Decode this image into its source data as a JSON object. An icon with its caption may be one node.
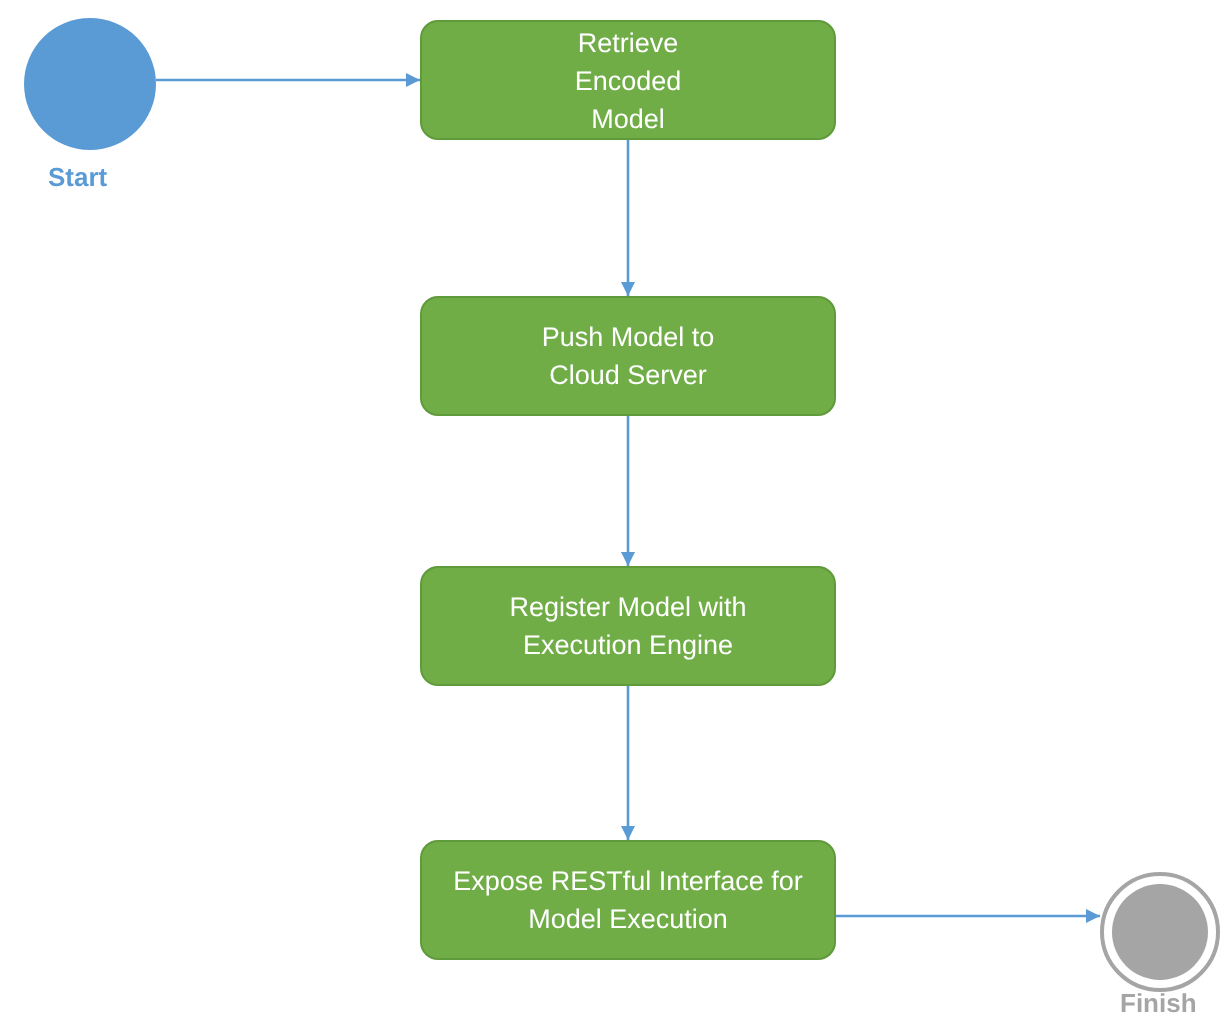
{
  "diagram": {
    "nodes": [
      {
        "text": [],
        "shape": "circle",
        "beside": [
          "Start"
        ]
      },
      {
        "text": [
          "Retrieve Encoded Model"
        ]
      },
      {
        "text": [
          "Push Model to Cloud Server"
        ]
      },
      {
        "text": [
          "Register Model with Execution Engine"
        ]
      },
      {
        "text": [
          "Expose RESTful Interface for Model Execution"
        ]
      },
      {
        "text": [],
        "shape": "circle",
        "beside": [
          "Finish"
        ]
      }
    ],
    "edges": [
      {
        "from": 0,
        "to": 1,
        "arrow": "to"
      },
      {
        "from": 1,
        "to": 2,
        "arrow": "to"
      },
      {
        "from": 2,
        "to": 3,
        "arrow": "to"
      },
      {
        "from": 3,
        "to": 4,
        "arrow": "to"
      },
      {
        "from": 4,
        "to": 5,
        "arrow": "to"
      }
    ]
  }
}
